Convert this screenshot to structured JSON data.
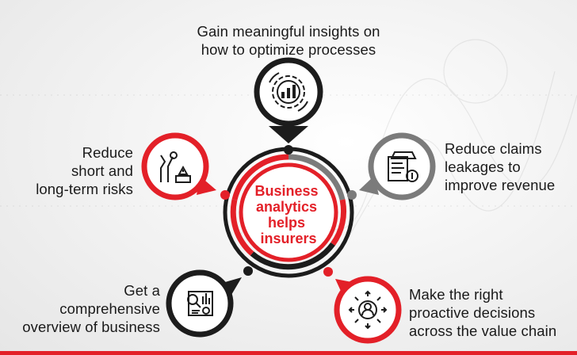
{
  "center": {
    "lines": [
      "Business",
      "analytics",
      "helps",
      "insurers"
    ]
  },
  "items": [
    {
      "id": "top",
      "lines": [
        "Gain meaningful insights on",
        "how to optimize processes"
      ],
      "icon": "gear-chart-icon"
    },
    {
      "id": "upper-left",
      "lines": [
        "Reduce",
        "short and",
        "long-term risks"
      ],
      "icon": "tools-warning-icon"
    },
    {
      "id": "upper-right",
      "lines": [
        "Reduce claims",
        "leakages to",
        "improve revenue"
      ],
      "icon": "claims-document-icon"
    },
    {
      "id": "lower-left",
      "lines": [
        "Get a",
        "comprehensive",
        "overview of business"
      ],
      "icon": "search-dashboard-icon"
    },
    {
      "id": "lower-right",
      "lines": [
        "Make the right",
        "proactive decisions",
        "across the value chain"
      ],
      "icon": "person-arrows-icon"
    }
  ],
  "colors": {
    "red": "#e32028",
    "dark": "#1c1c1c",
    "gray": "#7b7b7b",
    "text": "#1a1a1a"
  }
}
